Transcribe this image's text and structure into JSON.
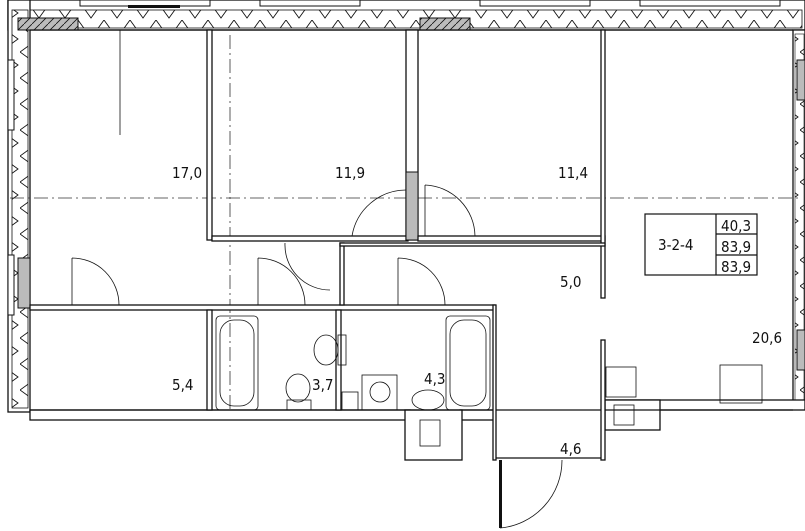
{
  "rooms": [
    {
      "id": "bedroom-1",
      "area": "17,0"
    },
    {
      "id": "bedroom-2",
      "area": "11,9"
    },
    {
      "id": "bedroom-3",
      "area": "11,4"
    },
    {
      "id": "corridor",
      "area": "5,0"
    },
    {
      "id": "kitchen-living",
      "area": "20,6"
    },
    {
      "id": "storage",
      "area": "5,4"
    },
    {
      "id": "bathroom-1",
      "area": "3,7"
    },
    {
      "id": "bathroom-2",
      "area": "4,3"
    },
    {
      "id": "hall",
      "area": "4,6"
    }
  ],
  "apartment": {
    "type": "3-2-4",
    "living_area": "40,3",
    "total_area": "83,9",
    "total_area_2": "83,9"
  }
}
